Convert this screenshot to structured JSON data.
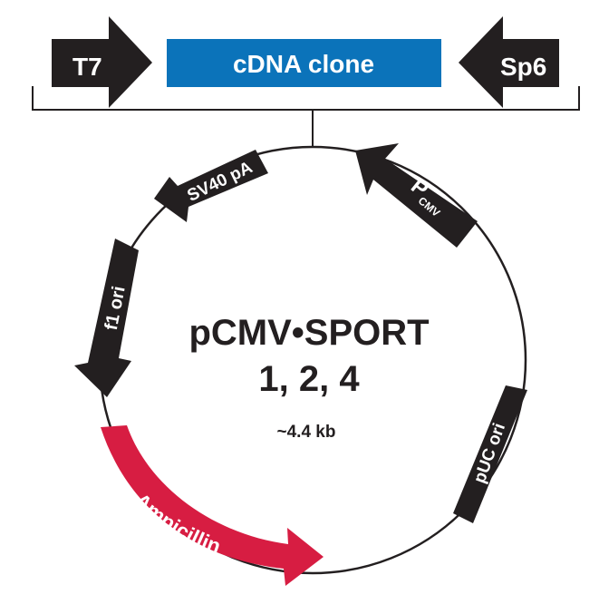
{
  "colors": {
    "feature_black": "#231f20",
    "cdna_blue": "#0b73ba",
    "ampicillin_red": "#d71d42",
    "line": "#231f20",
    "label_white": "#ffffff"
  },
  "insert": {
    "left_primer": "T7",
    "clone_label": "cDNA clone",
    "right_primer": "Sp6"
  },
  "plasmid": {
    "name": "pCMV•SPORT",
    "versions": "1, 2, 4",
    "size": "~4.4 kb"
  },
  "features": {
    "cmv_promoter": {
      "main": "P",
      "subscript": "CMV"
    },
    "sv40": "SV40 pA",
    "f1": "f1 ori",
    "puc": "pUC ori",
    "ampicillin": "Ampicillin"
  }
}
